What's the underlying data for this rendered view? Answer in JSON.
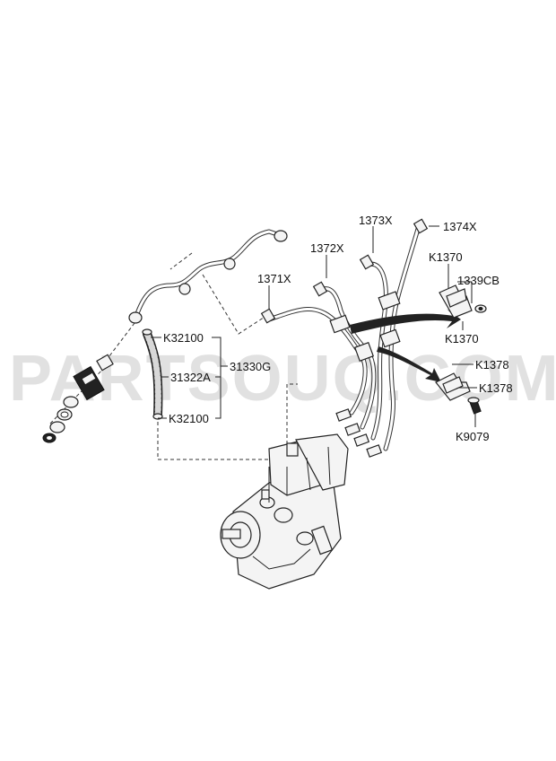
{
  "watermark": "PARTSOUQ.COM",
  "callouts": {
    "k32100_top": "K32100",
    "n31322a": "31322A",
    "n31330g": "31330G",
    "k32100_bottom": "K32100",
    "n1371x": "1371X",
    "n1372x": "1372X",
    "n1373x": "1373X",
    "n1374x": "1374X",
    "k1370_top": "K1370",
    "n1339cb": "1339CB",
    "k1370_bottom": "K1370",
    "k1378_top": "K1378",
    "k1378_bottom": "K1378",
    "k9079": "K9079"
  }
}
